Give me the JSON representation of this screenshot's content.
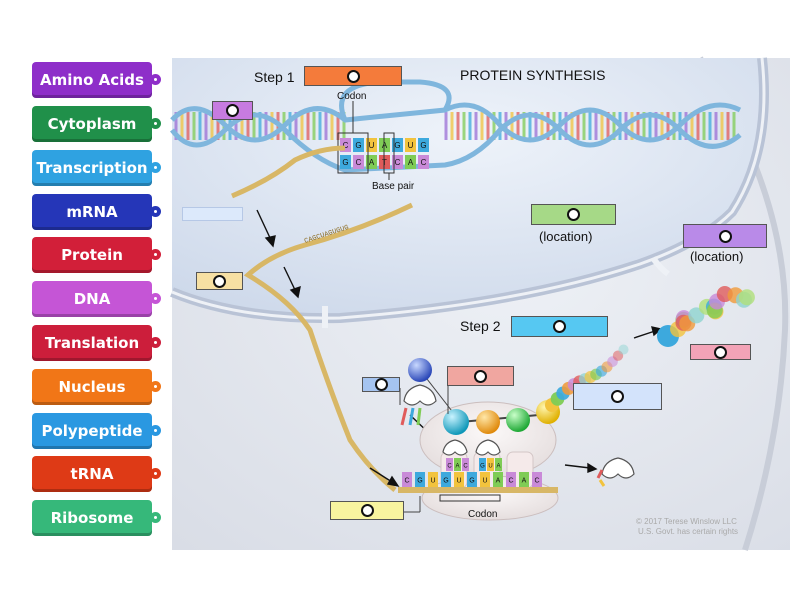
{
  "word_bank": [
    {
      "label": "Amino Acids",
      "color": "#8e2ec9"
    },
    {
      "label": "Cytoplasm",
      "color": "#20904a"
    },
    {
      "label": "Transcription",
      "color": "#2fa2e1"
    },
    {
      "label": "mRNA",
      "color": "#2536b8"
    },
    {
      "label": "Protein",
      "color": "#d21f39"
    },
    {
      "label": "DNA",
      "color": "#c555d6"
    },
    {
      "label": "Translation",
      "color": "#cc1e3b"
    },
    {
      "label": "Nucleus",
      "color": "#f17617"
    },
    {
      "label": "Polypeptide",
      "color": "#2a98e1"
    },
    {
      "label": "tRNA",
      "color": "#de3a16"
    },
    {
      "label": "Ribosome",
      "color": "#36b87a"
    }
  ],
  "diagram": {
    "title": "PROTEIN SYNTHESIS",
    "step1": "Step 1",
    "step2": "Step 2",
    "codon_top": "Codon",
    "base_pair": "Base pair",
    "codon_bottom": "Codon",
    "location_1": "(location)",
    "location_2": "(location)",
    "credit_line1": "© 2017 Terese Winslow LLC",
    "credit_line2": "U.S. Govt. has certain rights",
    "mrna_letters": "CAGCUAGUGUG",
    "dna_letters_top": [
      "C",
      "G",
      "U",
      "A",
      "G",
      "U",
      "G"
    ],
    "dna_letters_bottom": [
      "G",
      "C",
      "A",
      "T",
      "C",
      "A",
      "C"
    ],
    "trna_letters_1": [
      "C",
      "A",
      "C"
    ],
    "trna_letters_2": [
      "G",
      "U",
      "A"
    ],
    "mrna_ribosome_letters": [
      "C",
      "G",
      "U",
      "G",
      "U",
      "G",
      "U",
      "A",
      "C",
      "A",
      "C"
    ]
  },
  "drop_zones": [
    {
      "id": "step1",
      "color": "#f47b3b"
    },
    {
      "id": "dna",
      "color": "#c77be0"
    },
    {
      "id": "transcription-blank",
      "color": "#dce9fb"
    },
    {
      "id": "mrna",
      "color": "#f7e0a3"
    },
    {
      "id": "nucleus-location",
      "color": "#a6d987"
    },
    {
      "id": "cytoplasm-location",
      "color": "#b98ae8"
    },
    {
      "id": "step2",
      "color": "#56c8f2"
    },
    {
      "id": "protein",
      "color": "#f3a3b7"
    },
    {
      "id": "trna",
      "color": "#a5c4f0"
    },
    {
      "id": "amino-acids",
      "color": "#f0a6a0"
    },
    {
      "id": "polypeptide",
      "color": "#d3e3fb"
    },
    {
      "id": "ribosome",
      "color": "#f8f49f"
    }
  ]
}
